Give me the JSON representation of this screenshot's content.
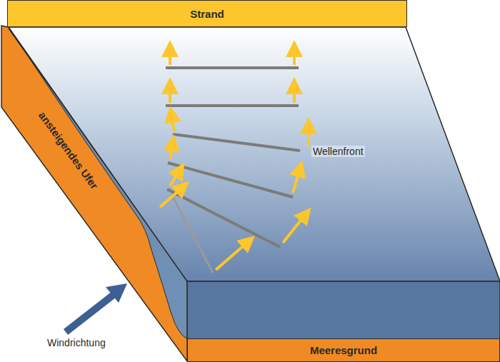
{
  "diagram": {
    "nodes": [
      {
        "text": [
          "Strand"
        ]
      },
      {
        "text": [
          "Meeresgrund"
        ]
      }
    ],
    "labels": [
      "ansteigendes Ufer",
      "Wellenfront",
      "Windrichtung"
    ]
  }
}
